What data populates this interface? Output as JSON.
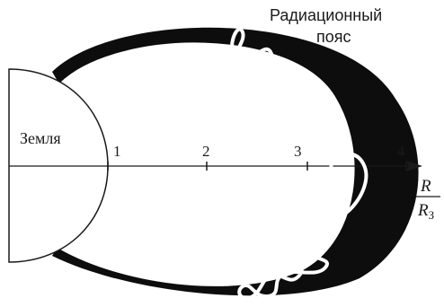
{
  "title": {
    "line1": "Радиационный",
    "line2": "пояс"
  },
  "earth_label": "Земля",
  "axis": {
    "ticks": [
      "1",
      "2",
      "3",
      "4"
    ],
    "unit_numerator": "R",
    "unit_denominator": "R",
    "unit_subscript": "З"
  },
  "colors": {
    "belt": "#0d0d0d",
    "particle_path": "#ffffff",
    "ink": "#1a1a1a",
    "background": "#ffffff"
  }
}
